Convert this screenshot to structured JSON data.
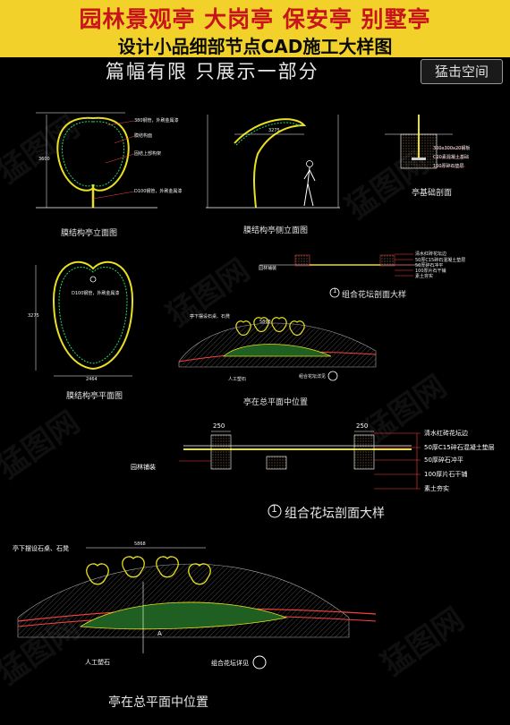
{
  "header": {
    "title_line1": "园林景观亭 大岗亭 保安亭 别墅亭",
    "title_line2": "设计小品细部节点CAD施工大样图",
    "notice": "篇幅有限  只展示一部分",
    "brand": "猛击空间"
  },
  "drawings": {
    "elevation_caption": "膜结构亭立面图",
    "side_caption": "膜结构亭侧立面图",
    "foundation_caption": "亭基础剖面",
    "plan_caption": "膜结构亭平面图",
    "small_section_caption": "组合花坛剖面大样",
    "small_site_caption": "亭在总平面中位置",
    "big_section_caption": "组合花坛剖面大样",
    "big_site_caption": "亭在总平面中位置",
    "section_number": "1",
    "small_section_number": "1"
  },
  "dimensions": {
    "side_width": "3275",
    "plan_width": "2464",
    "plan_height": "3275",
    "elev_height": "3600",
    "section_w1": "250",
    "section_w2": "250",
    "site_dim": "5868",
    "small_site_dim": "5868"
  },
  "section_layers": [
    "清水红砖花坛边",
    "50厚C15碎石混凝土垫层",
    "50厚碎石冲平",
    "100厚片石干铺",
    "素土夯实"
  ],
  "small_section_layers": [
    "清水红砖花坛边",
    "50厚C15碎石混凝土垫层",
    "50厚碎石冲平",
    "100厚片石干铺",
    "素土夯实"
  ],
  "labels": {
    "paving": "园林铺装",
    "small_paving": "园林铺装",
    "seating": "亭下摆设石桌、石凳",
    "small_seating": "亭下摆设石桌、石凳",
    "rockery": "人工塑石",
    "small_rockery": "人工塑石",
    "bed_ref": "组合花坛详见",
    "small_bed_ref": "组合花坛详见",
    "marker_a": "A",
    "elev_note1": "380钢管，外刷金属漆",
    "elev_note2": "膜结构面",
    "elev_note3": "固结上部构架",
    "elev_note4": "D100钢管，外刷金属漆",
    "elev_note5": "D100钢管，外刷金属漆",
    "found_note1": "300x300x20钢板",
    "found_note2": "C20素混凝土基础",
    "found_note3": "100厚碎石垫层"
  },
  "watermark": "猛图网"
}
